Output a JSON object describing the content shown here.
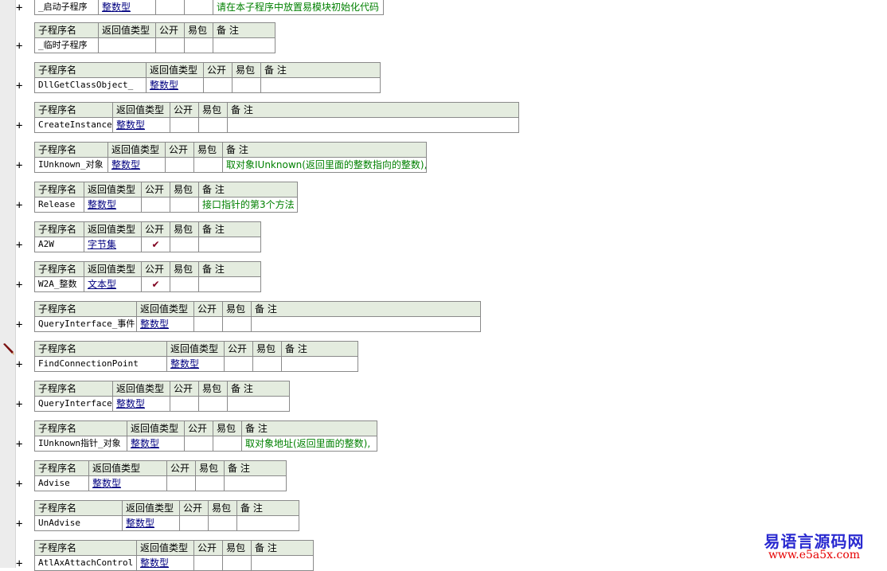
{
  "headers": {
    "name": "子程序名",
    "return_type": "返回值类型",
    "public": "公开",
    "easy_pkg": "易包",
    "note": "备 注"
  },
  "expand_symbol": "+",
  "check_symbol": "✔",
  "colors": {
    "header_bg": "#e4ecdf",
    "grid_line": "#8a8a8a",
    "type_link": "#000080",
    "note_text": "#008000",
    "check_mark": "#800020",
    "gutter": "#ececec"
  },
  "subroutines": [
    {
      "name": "_启动子程序",
      "type": "整数型",
      "public": false,
      "note": "请在本子程序中放置易模块初始化代码"
    },
    {
      "name": "_临时子程序",
      "type": "",
      "public": false,
      "note": ""
    },
    {
      "name": "DllGetClassObject_",
      "type": "整数型",
      "public": false,
      "note": ""
    },
    {
      "name": "CreateInstance",
      "type": "整数型",
      "public": false,
      "note": ""
    },
    {
      "name": "IUnknown_对象",
      "type": "整数型",
      "public": false,
      "note": "取对象IUnknown(返回里面的整数指向的整数),"
    },
    {
      "name": "Release",
      "type": "整数型",
      "public": false,
      "note": "接口指针的第3个方法"
    },
    {
      "name": "A2W",
      "type": "字节集",
      "public": true,
      "note": ""
    },
    {
      "name": "W2A_整数",
      "type": "文本型",
      "public": true,
      "note": ""
    },
    {
      "name": "QueryInterface_事件",
      "type": "整数型",
      "public": false,
      "note": ""
    },
    {
      "name": "FindConnectionPoint",
      "type": "整数型",
      "public": false,
      "note": ""
    },
    {
      "name": "QueryInterface",
      "type": "整数型",
      "public": false,
      "note": ""
    },
    {
      "name": "IUnknown指针_对象",
      "type": "整数型",
      "public": false,
      "note": "取对象地址(返回里面的整数),"
    },
    {
      "name": "Advise",
      "type": "整数型",
      "public": false,
      "note": ""
    },
    {
      "name": "UnAdvise",
      "type": "整数型",
      "public": false,
      "note": ""
    },
    {
      "name": "AtlAxAttachControl",
      "type": "整数型",
      "public": false,
      "note": ""
    }
  ],
  "watermark": {
    "title": "易语言源码网",
    "url": "www.e5a5x.com"
  }
}
